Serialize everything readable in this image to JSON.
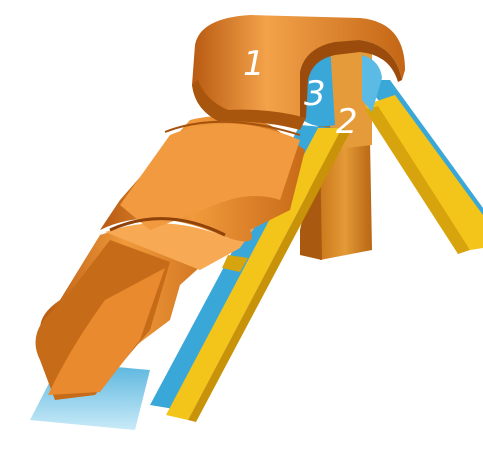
{
  "callouts": [
    {
      "id": "1",
      "text": "1",
      "component": "ridge-cap-tile"
    },
    {
      "id": "2",
      "text": "2",
      "component": "ridge-board"
    },
    {
      "id": "3",
      "text": "3",
      "component": "ridge-underlay"
    }
  ],
  "colors": {
    "tile_orange": "#e2852a",
    "tile_dark": "#b85a12",
    "underlay_blue": "#3aa7d9",
    "underlay_light": "#bfe7f6",
    "batten_yellow": "#f3c419",
    "wood_brown": "#d9871f",
    "background": "#ffffff"
  }
}
